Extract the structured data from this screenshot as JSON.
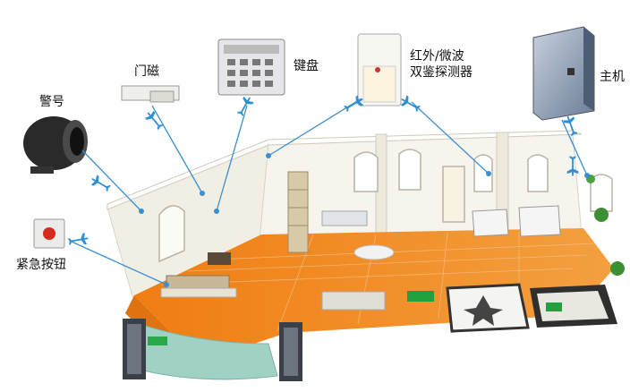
{
  "labels": {
    "siren": "警号",
    "door_contact": "门磁",
    "keypad": "键盘",
    "detector_line1": "红外/微波",
    "detector_line2": "双鉴探测器",
    "host": "主机",
    "emergency_button": "紧急按钮"
  },
  "colors": {
    "floor": "#f08a1e",
    "floor_light": "#f4b26a",
    "link_line": "#3a8fd0",
    "plane_icon": "#2f8fd6",
    "wall": "#f5f3ea",
    "host_box": "#7e8fa8"
  },
  "icons": {
    "signal": "airplane-icon"
  }
}
